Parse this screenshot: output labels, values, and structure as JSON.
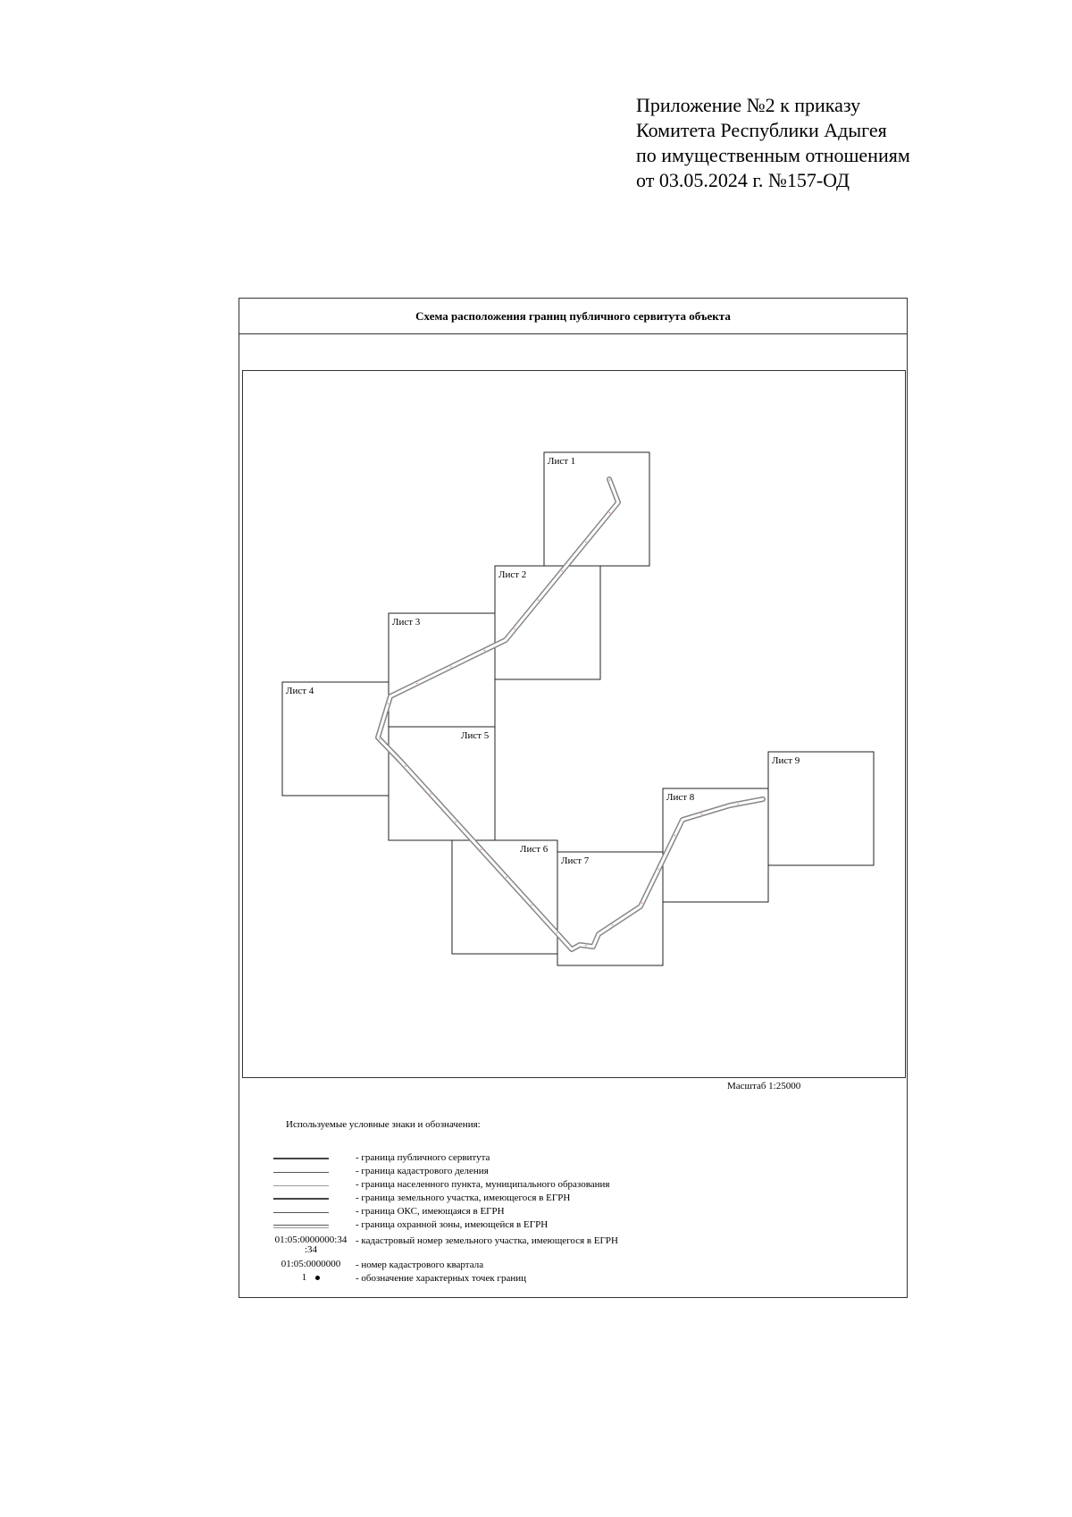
{
  "header": {
    "line1": "Приложение №2 к приказу",
    "line2": "Комитета Республики Адыгея",
    "line3": "по имущественным отношениям",
    "line4": "от 03.05.2024 г. №157-ОД"
  },
  "scheme": {
    "title": "Схема расположения границ публичного сервитута объекта",
    "scale": "Масштаб 1:25000"
  },
  "sheets": [
    {
      "label": "Лист 1"
    },
    {
      "label": "Лист 2"
    },
    {
      "label": "Лист 3"
    },
    {
      "label": "Лист 4"
    },
    {
      "label": "Лист 5"
    },
    {
      "label": "Лист 6"
    },
    {
      "label": "Лист 7"
    },
    {
      "label": "Лист 8"
    },
    {
      "label": "Лист 9"
    }
  ],
  "legend": {
    "title": "Используемые условные знаки и обозначения:",
    "items": [
      {
        "desc": "- граница публичного сервитута",
        "symbol": "line-thick"
      },
      {
        "desc": "- граница кадастрового деления",
        "symbol": "line"
      },
      {
        "desc": "- граница населенного пункта, муниципального образования",
        "symbol": "line"
      },
      {
        "desc": "- граница земельного участка, имеющегося в ЕГРН",
        "symbol": "line-thick"
      },
      {
        "desc": "- граница ОКС, имеющаяся в ЕГРН",
        "symbol": "line"
      },
      {
        "desc": "- граница охранной зоны, имеющейся в ЕГРН",
        "symbol": "line-double"
      },
      {
        "desc": "- кадастровый номер земельного участка, имеющегося в ЕГРН",
        "symbol_text": "01:05:0000000:34",
        "symbol_text2": ":34"
      },
      {
        "desc": "- номер кадастрового квартала",
        "symbol_text": "01:05:0000000"
      },
      {
        "desc": "- обозначение характерных точек границ",
        "symbol_text": "1",
        "symbol": "dot"
      }
    ]
  },
  "colors": {
    "route_outline": "#888888",
    "route_fill": "#ffffff",
    "route_accent": "#c0392b",
    "sheet_border": "#222222"
  }
}
